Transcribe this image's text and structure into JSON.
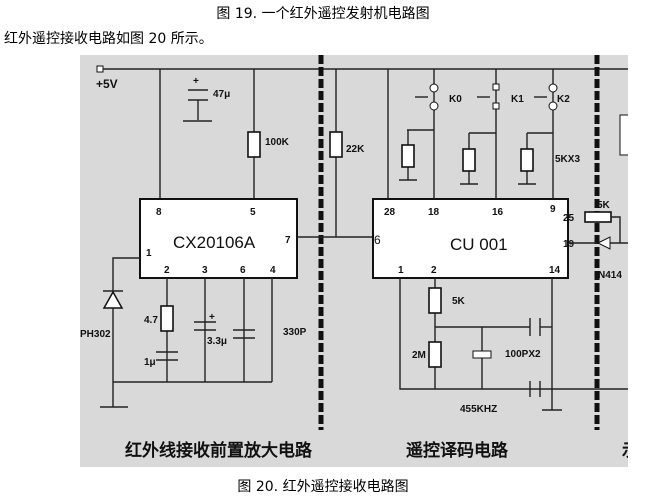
{
  "captions": {
    "fig19": "图 19.  一个红外遥控发射机电路图",
    "intro": "红外遥控接收电路如图 20 所示。",
    "fig20": "图 20.    红外遥控接收电路图"
  },
  "diagram": {
    "supply": "+5V",
    "ic1": {
      "name": "CX20106A",
      "pins": {
        "p8": "8",
        "p5": "5",
        "p7": "7",
        "p1": "1",
        "p2": "2",
        "p3": "3",
        "p6": "6",
        "p4": "4"
      }
    },
    "ic2": {
      "name": "CU 001",
      "pins": {
        "p28": "28",
        "p18": "18",
        "p16": "16",
        "p9": "9",
        "p25": "25",
        "p19": "19",
        "p6": "6",
        "p1": "1",
        "p2": "2",
        "p14": "14"
      }
    },
    "components": {
      "c47": "47μ",
      "r100k": "100K",
      "r22k": "22K",
      "k0": "K0",
      "k1": "K1",
      "k2": "K2",
      "r5kx3": "5KX3",
      "r5k_top": "5K",
      "d_n414": "N414",
      "ph302": "PH302",
      "r47": "4.7",
      "c1u": "1μ",
      "c33": "3.3μ",
      "c330p": "330P",
      "r5k": "5K",
      "r2m": "2M",
      "c100p": "100PX2",
      "xtal": "455KHZ"
    },
    "sections": {
      "left": "红外线接收前置放大电路",
      "right": "遥控译码电路",
      "cut": "示"
    }
  }
}
